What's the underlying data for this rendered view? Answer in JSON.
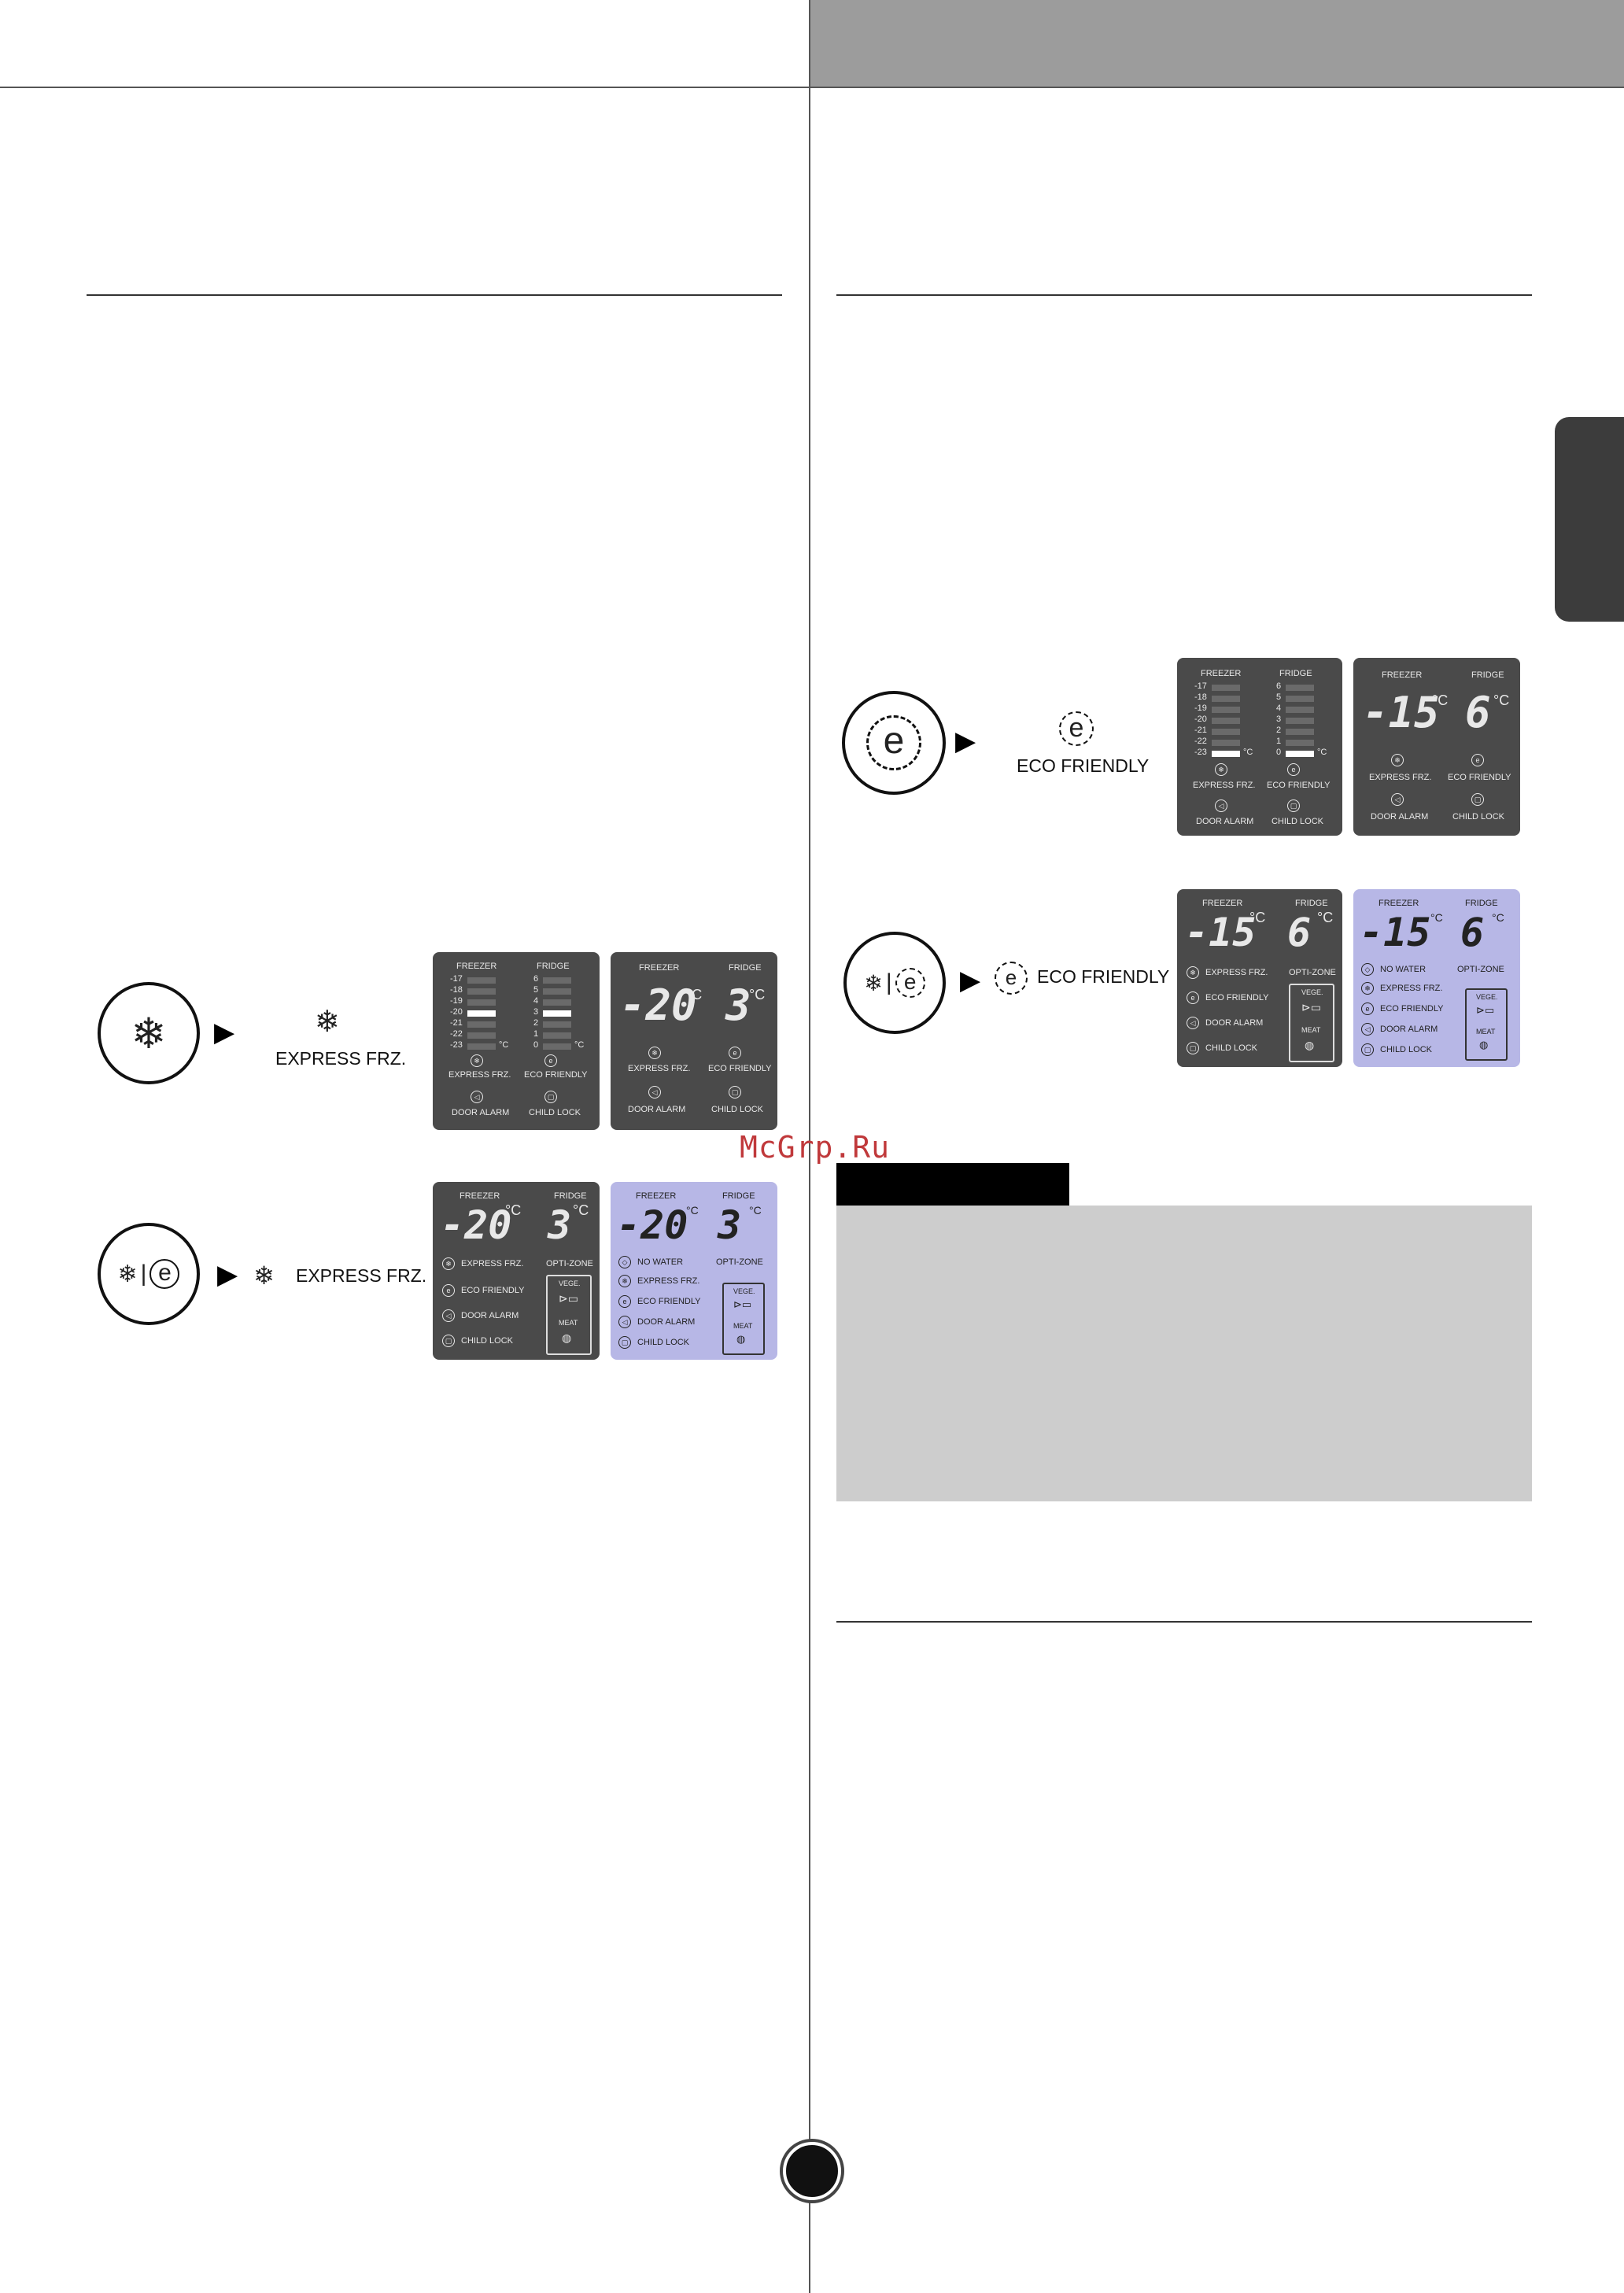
{
  "watermark": "McGrp.Ru",
  "express_caption": "EXPRESS FRZ.",
  "eco_caption": "ECO FRIENDLY",
  "panel": {
    "freezer": "FREEZER",
    "fridge": "FRIDGE",
    "unit": "°C",
    "express": "EXPRESS FRZ.",
    "eco": "ECO FRIENDLY",
    "door": "DOOR ALARM",
    "child": "CHILD LOCK",
    "opti": "OPTI-ZONE",
    "nowater": "NO WATER",
    "vege": "VEGE.",
    "meat": "MEAT"
  },
  "freezer_scale": [
    "-17",
    "-18",
    "-19",
    "-20",
    "-21",
    "-22",
    "-23"
  ],
  "fridge_scale": [
    "6",
    "5",
    "4",
    "3",
    "2",
    "1",
    "0"
  ],
  "express_temps": {
    "freezer": "-20",
    "fridge": "3"
  },
  "eco_temps": {
    "freezer": "-15",
    "fridge": "6"
  },
  "icons": [
    "snowflake-icon",
    "eco-leaf-icon",
    "speaker-icon",
    "lock-icon",
    "fish-icon",
    "meat-icon",
    "water-drop-icon"
  ]
}
